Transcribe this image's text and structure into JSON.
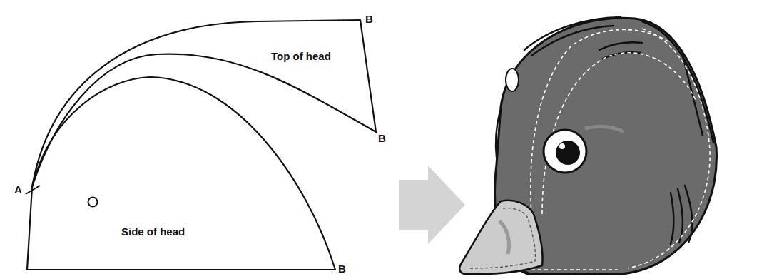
{
  "diagram": {
    "nodes": [
      {
        "text": [
          "Top of head"
        ]
      },
      {
        "text": [
          "Side of head"
        ]
      }
    ],
    "labels": [
      "A",
      "B",
      "B",
      "B"
    ]
  }
}
